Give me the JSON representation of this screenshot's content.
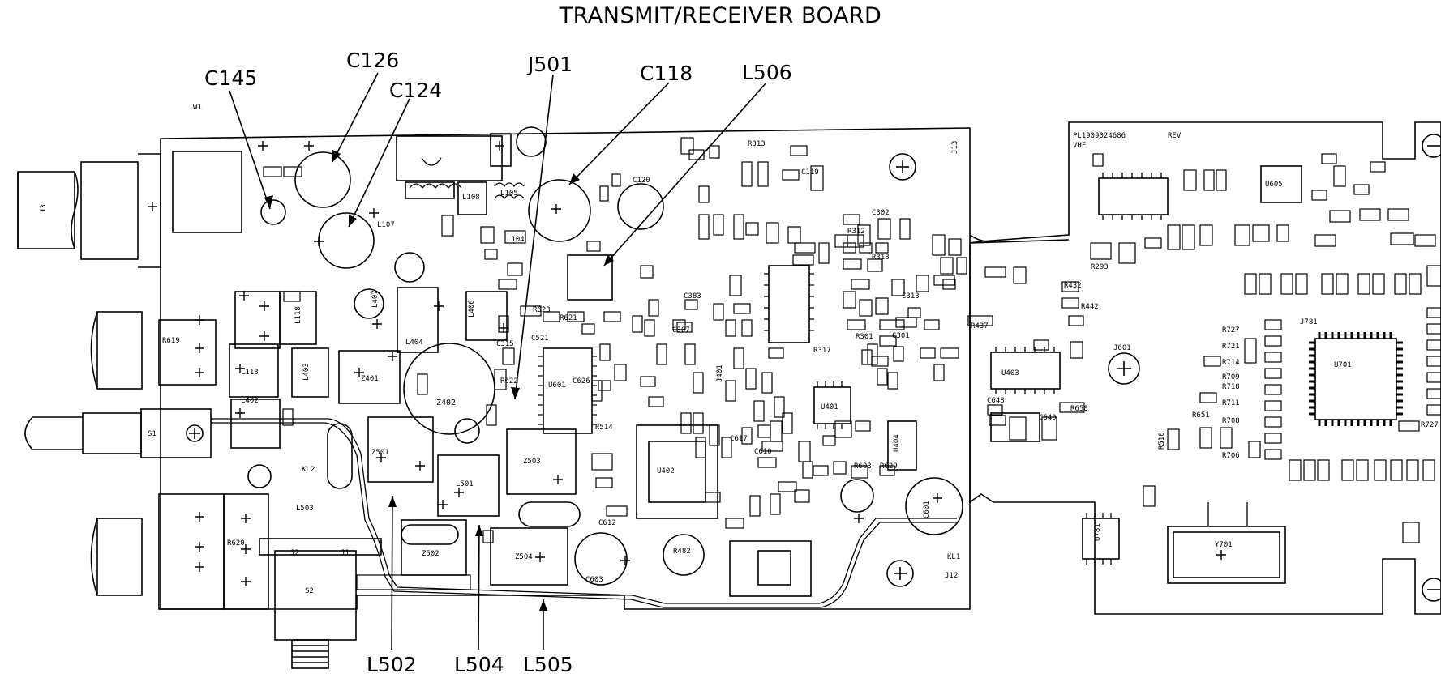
{
  "title": "TRANSMIT/RECEIVER BOARD",
  "callouts": {
    "c145": "C145",
    "c126": "C126",
    "c124": "C124",
    "j501": "J501",
    "c118": "C118",
    "l506": "L506",
    "l502": "L502",
    "l504": "L504",
    "l505": "L505"
  },
  "board_labels": {
    "part_number": "PL1909024686",
    "revision": "REV",
    "band": "VHF",
    "j3": "J3",
    "s1": "S1",
    "s2": "S2",
    "r619": "R619",
    "r620": "R620",
    "r622": "R622",
    "u781": "U781",
    "z402": "Z402",
    "z401": "Z401",
    "z501": "Z501",
    "z502": "Z502",
    "z503": "Z503",
    "z504": "Z504",
    "u601": "U601",
    "u402": "U402",
    "u401": "U401",
    "u403": "U403",
    "u404": "U404",
    "u605": "U605",
    "u701": "U701",
    "y701": "Y701",
    "l501": "L501",
    "l503": "L503",
    "l104": "L104",
    "l105": "L105",
    "l107": "L107",
    "l108": "L108",
    "l113": "L113",
    "l118": "L118",
    "l402": "L402",
    "l403": "L403",
    "l404": "L404",
    "l406": "L406",
    "l407": "L407",
    "j601": "J601",
    "j401": "J401",
    "j12": "J12",
    "j13": "J13",
    "j1": "J1",
    "j2": "J2",
    "w1": "W1",
    "r482": "R482",
    "kl1": "KL1",
    "kl2": "KL2",
    "c601": "C601",
    "c603": "C603",
    "r432": "R432",
    "r442": "R442",
    "r293": "R293",
    "r437": "R437",
    "r721": "R721",
    "r714": "R714",
    "r727": "R727",
    "r718": "R718",
    "r711": "R711",
    "r709": "R709",
    "r708": "R708",
    "r706": "R706",
    "r651": "R651",
    "r510": "R510",
    "r514": "R514",
    "c610": "C610",
    "c612": "C612",
    "c301": "C301",
    "r301": "R301",
    "c119": "C119",
    "c120": "C120",
    "c383": "C383",
    "r317": "R317",
    "r313": "R313",
    "r312": "R312",
    "c313": "C313",
    "c302": "C302",
    "r318": "R318",
    "r621": "R621",
    "r623": "R623",
    "c521": "C521",
    "c315": "C315",
    "c307": "C307",
    "r629": "R629",
    "r603": "R603",
    "c648": "C648",
    "c649": "C649",
    "r650": "R650",
    "r727b": "R727",
    "c617": "C617",
    "c626": "C626",
    "j781": "J781"
  },
  "colors": {
    "ink": "#000000",
    "paper": "#ffffff"
  }
}
